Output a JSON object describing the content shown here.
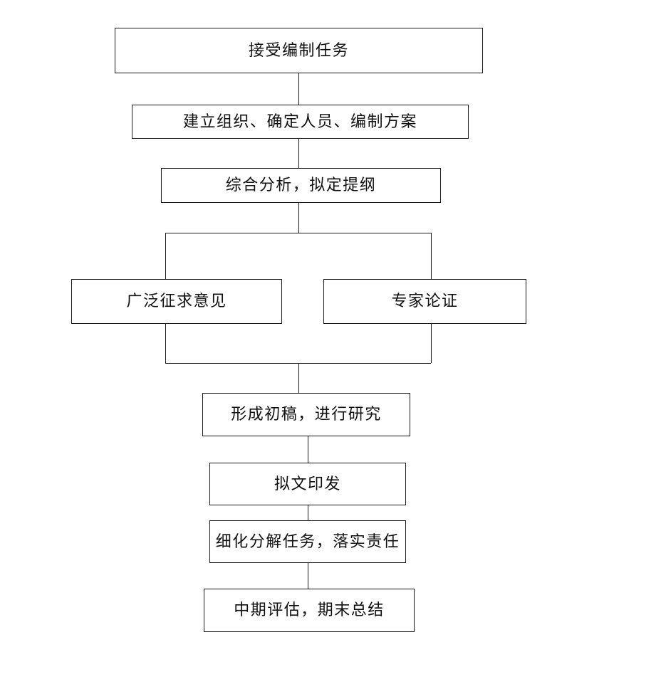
{
  "diagram": {
    "type": "flowchart",
    "orientation": "vertical",
    "background_color": "#ffffff",
    "line_color": "#1a1a1a",
    "text_color": "#101010",
    "nodes": [
      {
        "id": "n1",
        "label": "接受编制任务"
      },
      {
        "id": "n2",
        "label": "建立组织、确定人员、编制方案"
      },
      {
        "id": "n3",
        "label": "综合分析，拟定提纲"
      },
      {
        "id": "n4",
        "label": "广泛征求意见"
      },
      {
        "id": "n5",
        "label": "专家论证"
      },
      {
        "id": "n6",
        "label": "形成初稿，进行研究"
      },
      {
        "id": "n7",
        "label": "拟文印发"
      },
      {
        "id": "n8",
        "label": "细化分解任务，落实责任"
      },
      {
        "id": "n9",
        "label": "中期评估，期末总结"
      }
    ],
    "edges": [
      {
        "from": "n1",
        "to": "n2",
        "style": "straight"
      },
      {
        "from": "n2",
        "to": "n3",
        "style": "straight"
      },
      {
        "from": "n3",
        "to": "n4",
        "style": "branch-left"
      },
      {
        "from": "n3",
        "to": "n5",
        "style": "branch-right"
      },
      {
        "from": "n4",
        "to": "n6",
        "style": "merge-left"
      },
      {
        "from": "n5",
        "to": "n6",
        "style": "merge-right"
      },
      {
        "from": "n6",
        "to": "n7",
        "style": "straight"
      },
      {
        "from": "n7",
        "to": "n8",
        "style": "straight"
      },
      {
        "from": "n8",
        "to": "n9",
        "style": "straight"
      }
    ]
  }
}
